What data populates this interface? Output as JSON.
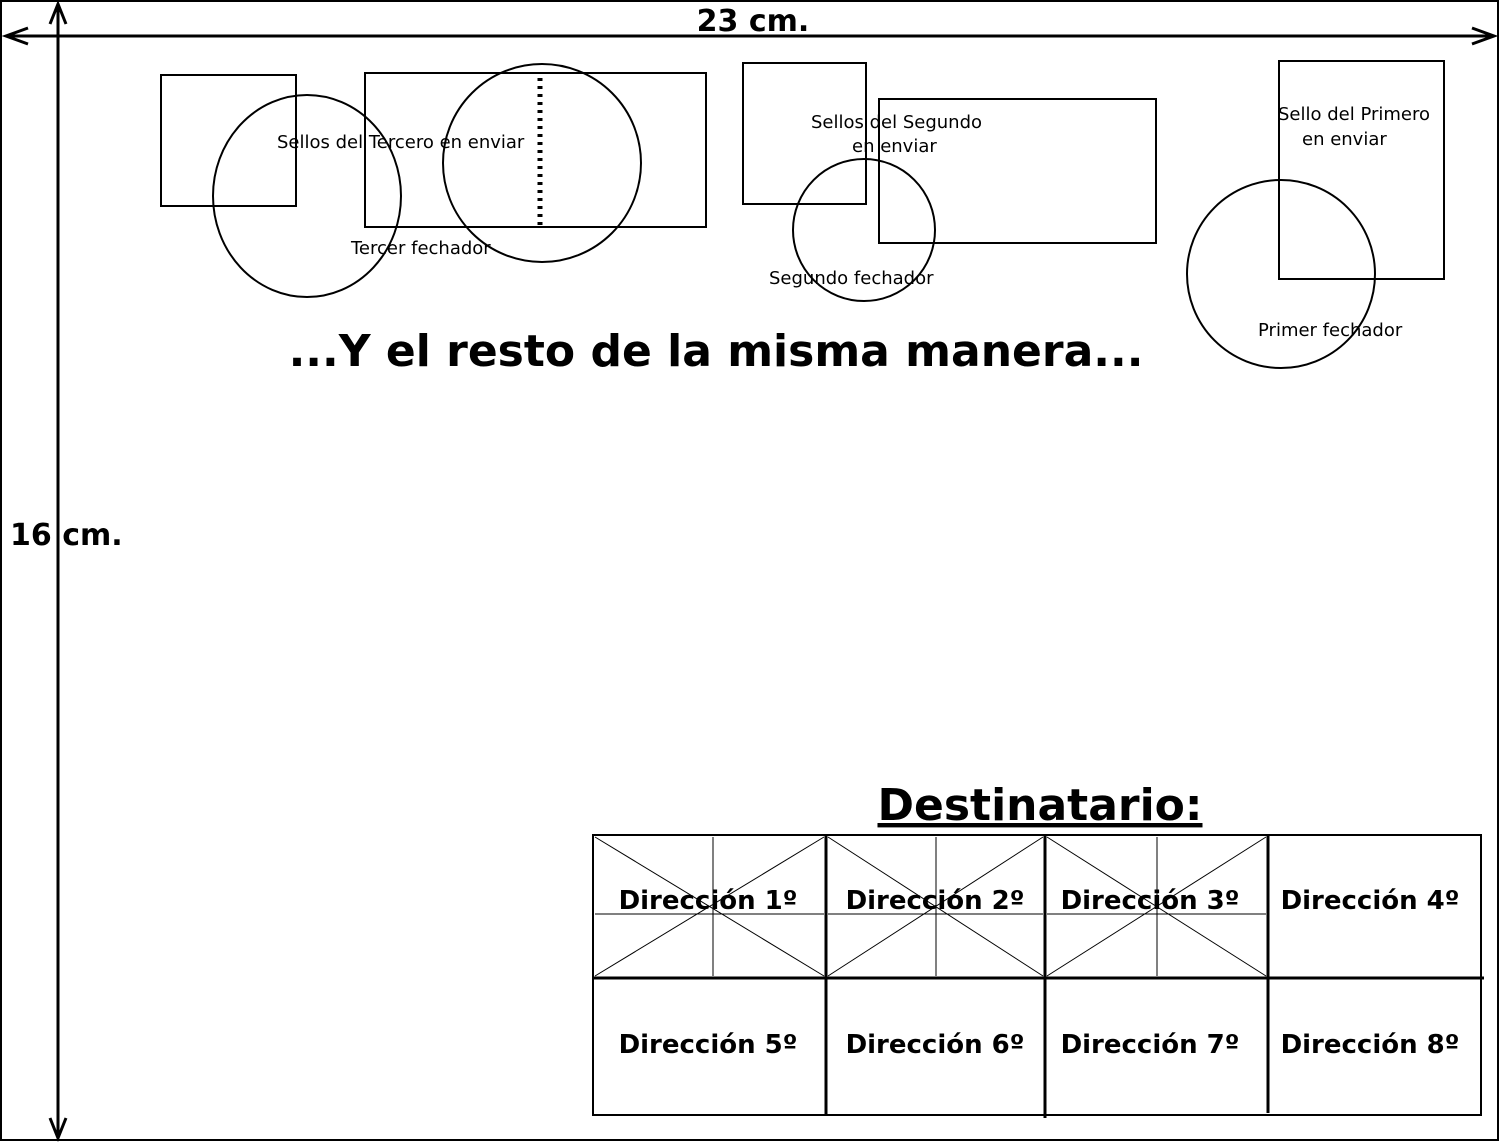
{
  "dimensions": {
    "width_label": "23 cm.",
    "height_label": "16 cm."
  },
  "stamps": {
    "third": {
      "stamps_label": "Sellos del Tercero en enviar",
      "postmark_label": "Tercer fechador"
    },
    "second": {
      "stamps_label_line1": "Sellos del Segundo",
      "stamps_label_line2": "en enviar",
      "postmark_label": "Segundo fechador"
    },
    "first": {
      "stamps_label_line1": "Sello del Primero",
      "stamps_label_line2": "en enviar",
      "postmark_label": "Primer fechador"
    }
  },
  "headline": "...Y el resto de la misma manera...",
  "recipient": {
    "title": "Destinatario:",
    "addresses": [
      {
        "label": "Dirección 1º",
        "crossed_out": true
      },
      {
        "label": "Dirección 2º",
        "crossed_out": true
      },
      {
        "label": "Dirección 3º",
        "crossed_out": true
      },
      {
        "label": "Dirección 4º",
        "crossed_out": false
      },
      {
        "label": "Dirección 5º",
        "crossed_out": false
      },
      {
        "label": "Dirección 6º",
        "crossed_out": false
      },
      {
        "label": "Dirección 7º",
        "crossed_out": false
      },
      {
        "label": "Dirección 8º",
        "crossed_out": false
      }
    ]
  }
}
